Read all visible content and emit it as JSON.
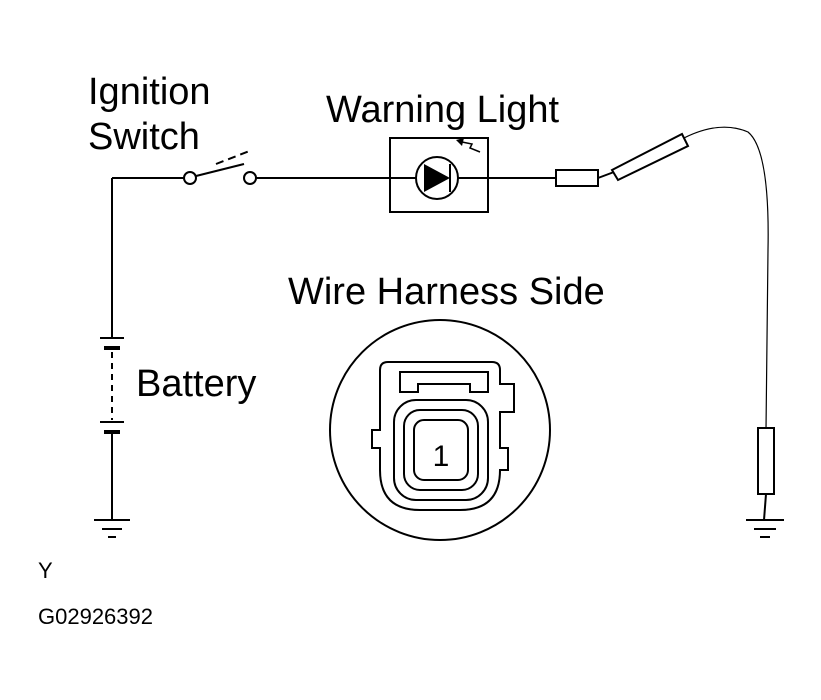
{
  "labels": {
    "ignition_line1": "Ignition",
    "ignition_line2": "Switch",
    "warning_light": "Warning Light",
    "wire_harness_side": "Wire Harness Side",
    "battery": "Battery",
    "pin_number": "1",
    "corner_letter": "Y",
    "figure_code": "G02926392"
  },
  "colors": {
    "stroke": "#000000",
    "fill": "#ffffff"
  },
  "icons": [
    "lamp-icon",
    "ground-icon",
    "battery-icon",
    "switch-icon",
    "probe-icon",
    "connector-icon"
  ]
}
